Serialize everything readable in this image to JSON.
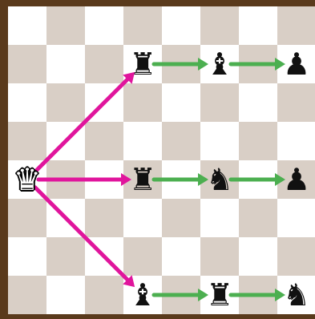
{
  "board": {
    "files": 8,
    "ranks": 8,
    "light_color": "#ffffff",
    "dark_color": "#d9cfc6",
    "frame_color": "#5a3a1c"
  },
  "pieces": [
    {
      "name": "white-queen",
      "type": "queen",
      "color": "white",
      "square": "a4",
      "glyph": "♛"
    },
    {
      "name": "black-rook-d7",
      "type": "rook",
      "color": "black",
      "square": "d7",
      "glyph": "♜"
    },
    {
      "name": "black-bishop-f7",
      "type": "bishop",
      "color": "black",
      "square": "f7",
      "glyph": "♝"
    },
    {
      "name": "black-pawn-h7",
      "type": "pawn",
      "color": "black",
      "square": "h7",
      "glyph": "♟"
    },
    {
      "name": "black-rook-d4",
      "type": "rook",
      "color": "black",
      "square": "d4",
      "glyph": "♜"
    },
    {
      "name": "black-knight-f4",
      "type": "knight",
      "color": "black",
      "square": "f4",
      "glyph": "♞"
    },
    {
      "name": "black-pawn-h4",
      "type": "pawn",
      "color": "black",
      "square": "h4",
      "glyph": "♟"
    },
    {
      "name": "black-bishop-d1",
      "type": "bishop",
      "color": "black",
      "square": "d1",
      "glyph": "♝"
    },
    {
      "name": "black-rook-f1",
      "type": "rook",
      "color": "black",
      "square": "f1",
      "glyph": "♜"
    },
    {
      "name": "black-knight-h1",
      "type": "knight",
      "color": "black",
      "square": "h1",
      "glyph": "♞"
    }
  ],
  "arrows": [
    {
      "name": "queen-to-d7-arrow",
      "from": "a4",
      "to": "d7",
      "color": "#e0159c"
    },
    {
      "name": "queen-to-d4-arrow",
      "from": "a4",
      "to": "d4",
      "color": "#e0159c"
    },
    {
      "name": "queen-to-d1-arrow",
      "from": "a4",
      "to": "d1",
      "color": "#e0159c"
    },
    {
      "name": "d7-to-f7-arrow",
      "from": "d7",
      "to": "f7",
      "color": "#4caf50"
    },
    {
      "name": "f7-to-h7-arrow",
      "from": "f7",
      "to": "h7",
      "color": "#4caf50"
    },
    {
      "name": "d4-to-f4-arrow",
      "from": "d4",
      "to": "f4",
      "color": "#4caf50"
    },
    {
      "name": "f4-to-h4-arrow",
      "from": "f4",
      "to": "h4",
      "color": "#4caf50"
    },
    {
      "name": "d1-to-f1-arrow",
      "from": "d1",
      "to": "f1",
      "color": "#4caf50"
    },
    {
      "name": "f1-to-h1-arrow",
      "from": "f1",
      "to": "h1",
      "color": "#4caf50"
    }
  ]
}
